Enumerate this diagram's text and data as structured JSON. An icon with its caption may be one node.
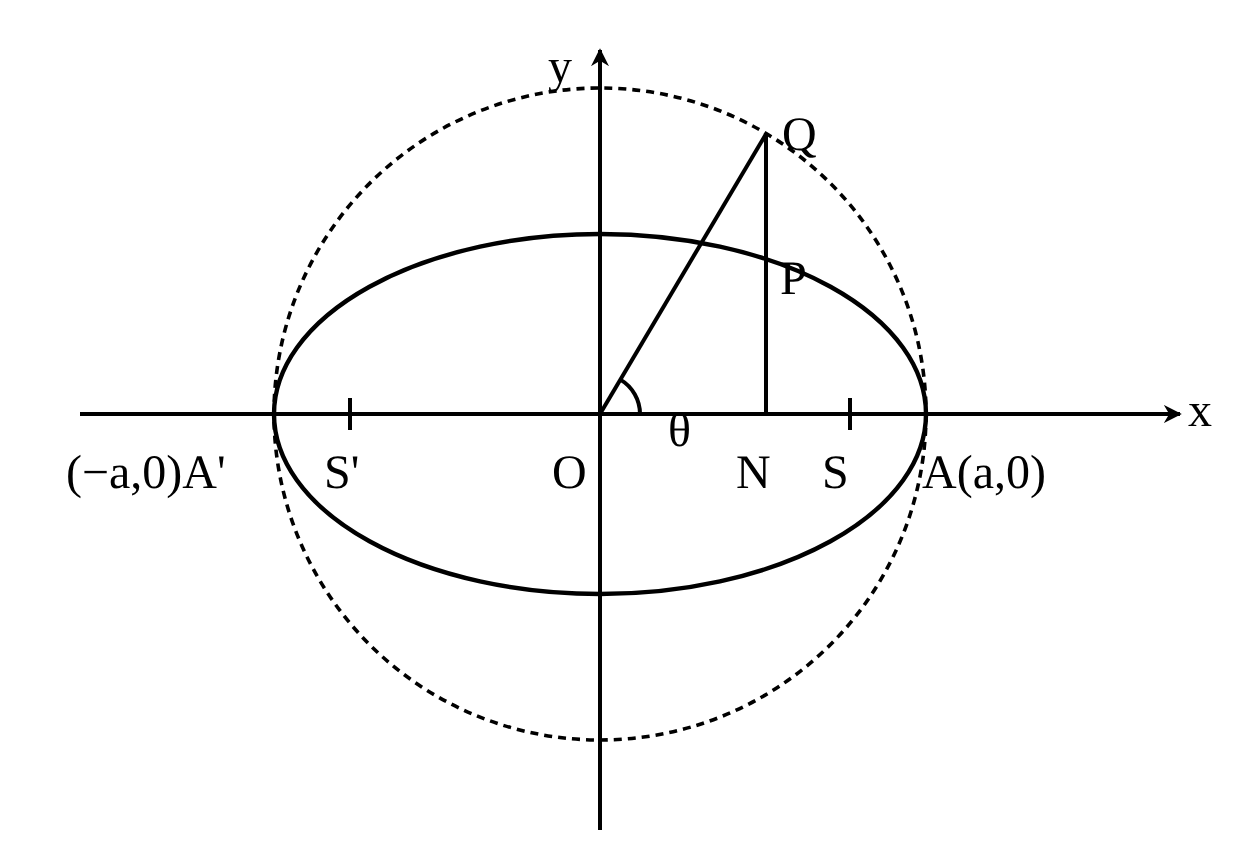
{
  "diagram": {
    "labels": [
      "y",
      "Q",
      "P",
      "θ",
      "x",
      "(−a,0)A'",
      "S'",
      "O",
      "N",
      "S",
      "A(a,0)"
    ]
  }
}
